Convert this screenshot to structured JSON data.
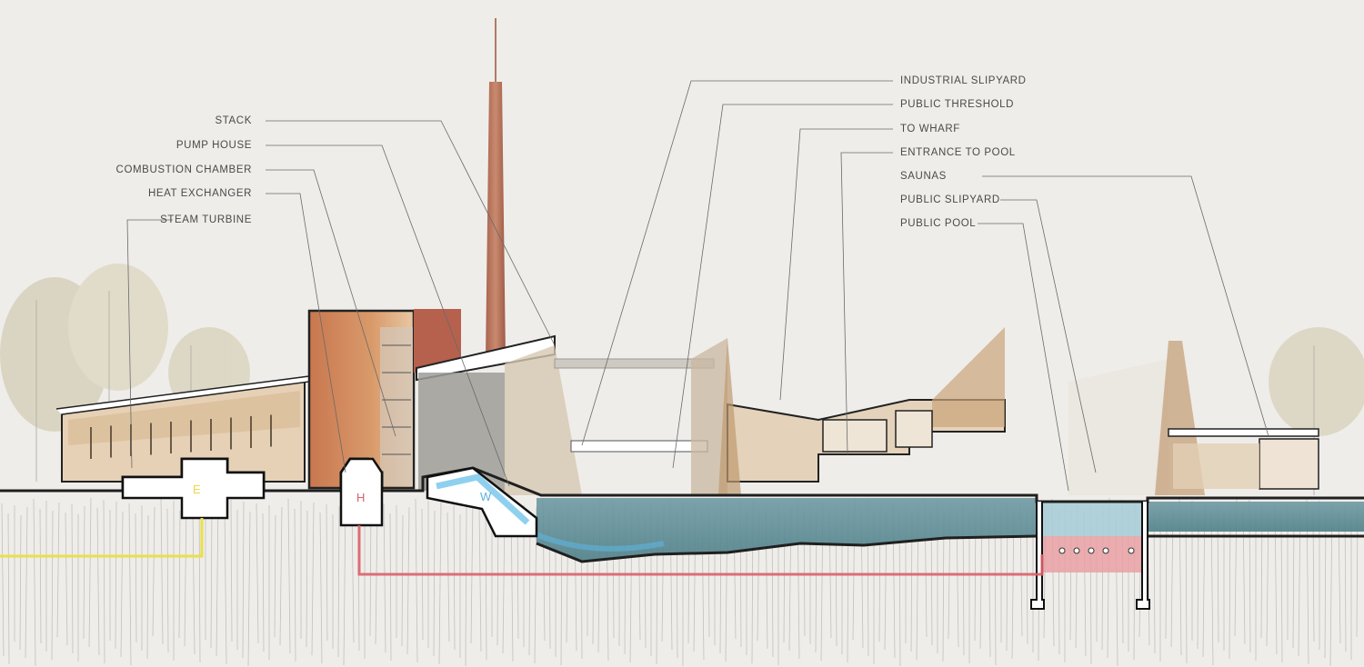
{
  "labels_left": [
    {
      "id": "stack",
      "text": "STACK"
    },
    {
      "id": "pump-house",
      "text": "PUMP HOUSE"
    },
    {
      "id": "combustion-chamber",
      "text": "COMBUSTION CHAMBER"
    },
    {
      "id": "heat-exchanger",
      "text": "HEAT EXCHANGER"
    },
    {
      "id": "steam-turbine",
      "text": "STEAM TURBINE"
    }
  ],
  "labels_right": [
    {
      "id": "industrial-slipyard",
      "text": "INDUSTRIAL SLIPYARD"
    },
    {
      "id": "public-threshold",
      "text": "PUBLIC THRESHOLD"
    },
    {
      "id": "to-wharf",
      "text": "TO WHARF"
    },
    {
      "id": "entrance-to-pool",
      "text": "ENTRANCE TO POOL"
    },
    {
      "id": "saunas",
      "text": "SAUNAS"
    },
    {
      "id": "public-slipyard",
      "text": "PUBLIC SLIPYARD"
    },
    {
      "id": "public-pool",
      "text": "PUBLIC POOL"
    }
  ],
  "markers": {
    "energy": "E",
    "heat": "H",
    "water": "W"
  },
  "colors": {
    "paper": "#efedea",
    "water": "#5f8d97",
    "energy_line": "#e8e04a",
    "heat_line": "#d9606a",
    "brick": "#b9604b",
    "wood": "#d8b48a",
    "ground": "#2a2a2a"
  }
}
